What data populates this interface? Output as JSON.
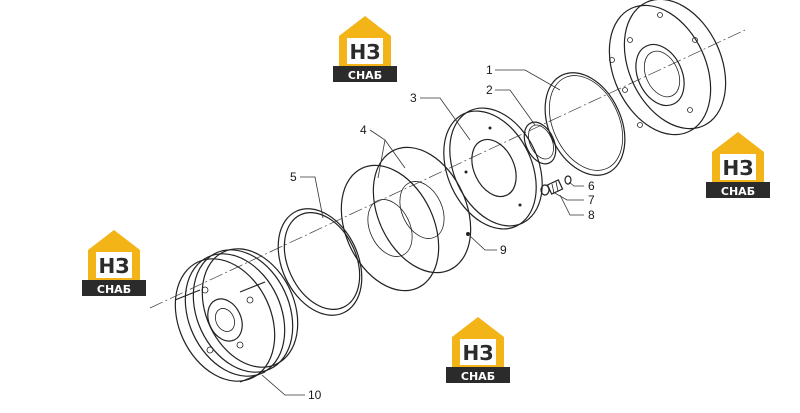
{
  "watermark": {
    "logo_top": "НЗ",
    "logo_bottom": "СНАБ",
    "colors": {
      "yellow": "#f2b416",
      "dark": "#2b2b2b",
      "light": "#ffffff"
    }
  },
  "callouts": [
    {
      "id": "1",
      "label": "1"
    },
    {
      "id": "2",
      "label": "2"
    },
    {
      "id": "3",
      "label": "3"
    },
    {
      "id": "4",
      "label": "4"
    },
    {
      "id": "5",
      "label": "5"
    },
    {
      "id": "6",
      "label": "6"
    },
    {
      "id": "7",
      "label": "7"
    },
    {
      "id": "8",
      "label": "8"
    },
    {
      "id": "9",
      "label": "9"
    },
    {
      "id": "10",
      "label": "10"
    }
  ]
}
